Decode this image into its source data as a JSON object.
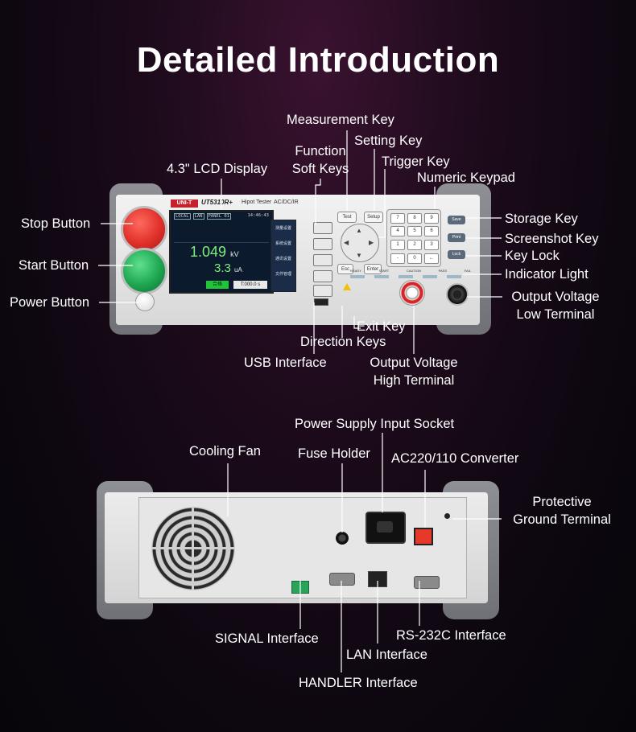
{
  "title": "Detailed Introduction",
  "front_panel": {
    "brand": "UNI-T",
    "model": "UT5310R+",
    "device_type": "Hipot Tester",
    "mode_label": "AC/DC/IR",
    "lcd": {
      "tabs": [
        "LOCAL",
        "LAN",
        "PANEL 01"
      ],
      "time": "14:46:43",
      "voltage_value": "1.049",
      "voltage_unit": "kV",
      "current_value": "3.3",
      "current_unit": "uA",
      "result": "合格",
      "timer": "T:000.0 s",
      "soft_key_labels": [
        "测量设置",
        "系统设置",
        "通讯设置",
        "文件管理"
      ]
    },
    "keys": {
      "test": "Test",
      "setup": "Setup",
      "esc": "Esc",
      "enter": "Enter",
      "save": "Save",
      "print": "Print",
      "lock": "Lock",
      "numpad": [
        "7",
        "8",
        "9",
        "4",
        "5",
        "6",
        "1",
        "2",
        "3",
        "-",
        "0",
        "←"
      ]
    },
    "indicators": [
      "READY",
      "START",
      "CAUTION",
      "PASS",
      "FAIL"
    ]
  },
  "front_labels": {
    "measurement_key": "Measurement Key",
    "setting_key": "Setting Key",
    "function_soft_keys_line1": "Function",
    "function_soft_keys_line2": "Soft Keys",
    "trigger_key": "Trigger Key",
    "lcd_display": "4.3\" LCD Display",
    "numeric_keypad": "Numeric Keypad",
    "stop_button": "Stop Button",
    "start_button": "Start Button",
    "power_button": "Power Button",
    "storage_key": "Storage Key",
    "screenshot_key": "Screenshot Key",
    "key_lock": "Key Lock",
    "indicator_light": "Indicator Light",
    "output_low_line1": "Output Voltage",
    "output_low_line2": "Low Terminal",
    "exit_key": "Exit Key",
    "direction_keys": "Direction Keys",
    "usb_interface": "USB Interface",
    "output_high_line1": "Output Voltage",
    "output_high_line2": "High Terminal"
  },
  "rear_labels": {
    "power_socket": "Power Supply Input Socket",
    "cooling_fan": "Cooling Fan",
    "fuse_holder": "Fuse Holder",
    "converter": "AC220/110 Converter",
    "ground_line1": "Protective",
    "ground_line2": "Ground Terminal",
    "signal_interface": "SIGNAL Interface",
    "lan_interface": "LAN Interface",
    "rs232_interface": "RS-232C Interface",
    "handler_interface": "HANDLER Interface"
  },
  "colors": {
    "background": "#0d0710",
    "stop_button": "#e0302a",
    "start_button": "#1ea650",
    "bumper": "#7d7f84",
    "lcd_value": "#7cf07a"
  }
}
